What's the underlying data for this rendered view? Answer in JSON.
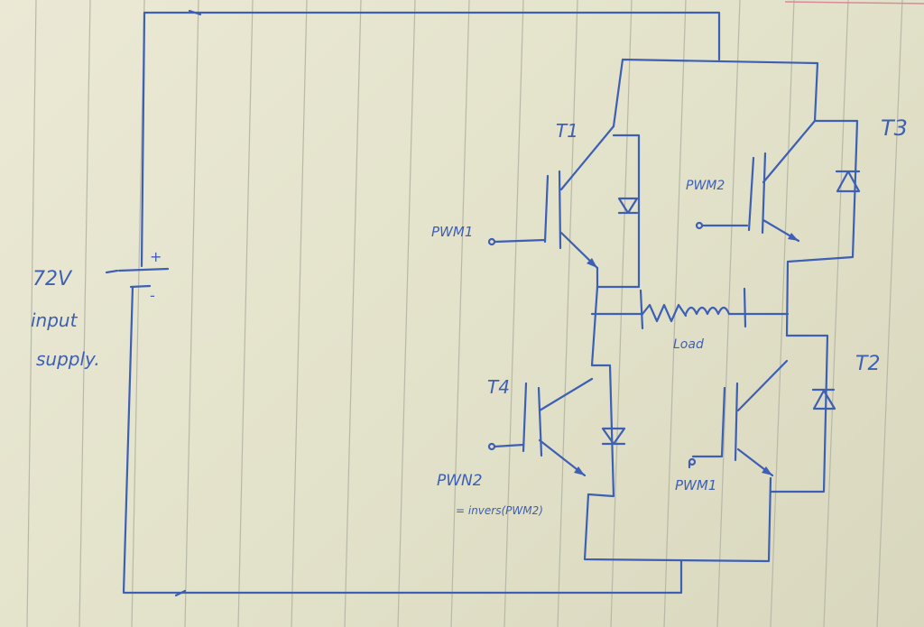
{
  "supply": {
    "voltage": "72V",
    "plus": "+",
    "minus": "-",
    "line1": "input",
    "line2": "supply."
  },
  "switches": {
    "t1": "T1",
    "t3": "T3",
    "t2": "T2",
    "t4": "T4"
  },
  "signals": {
    "pwm1_top": "PWM1",
    "pwm2_top": "PWM2",
    "pwn2_bottom": "PWN2",
    "pwn2_note": "= invers(PWM2)",
    "pwm1_bottom": "PWM1"
  },
  "load": {
    "label": "Load"
  },
  "colors": {
    "ink": "#3d5fb4",
    "paper": "#e7e5cf",
    "rule_lines": "#b7b8a6"
  }
}
